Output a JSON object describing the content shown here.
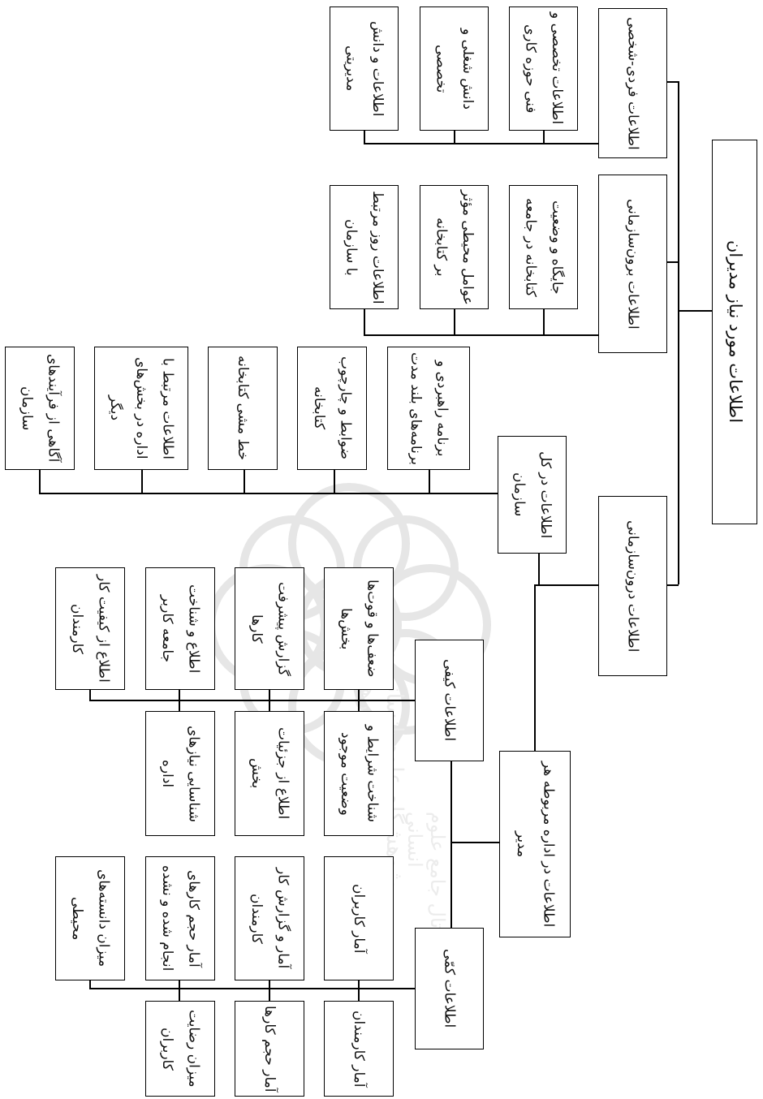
{
  "diagram": {
    "root": "اطلاعات مورد نیاز مدیران",
    "personal": {
      "title": "اطلاعات فردی-شخصی",
      "items": [
        "اطلاعات تخصصی و فنی حوزه کاری",
        "دانش شغلی و تخصصی",
        "اطلاعات و دانش مدیریتی"
      ]
    },
    "external": {
      "title": "اطلاعات برون‌سازمانی",
      "items": [
        "جایگاه و وضعیت کتابخانه در جامعه",
        "عوامل محیطی مؤثر بر کتابخانه",
        "اطلاعات روز مرتبط با سازمان"
      ]
    },
    "internal": {
      "title": "اطلاعات درون‌سازمانی",
      "org": {
        "title": "اطلاعات در کل سازمان",
        "items": [
          "برنامه راهبردی و برنامه‌های بلند مدت",
          "ضوابط و چارچوب کتابخانه",
          "خط مشی کتابخانه",
          "اطلاعات مرتبط با اداره در بخش‌های دیگر",
          "آگاهی از فرآیندهای سازمان"
        ]
      },
      "department": {
        "title": "اطلاعات در اداره مربوطه هر مدیر",
        "qualitative": {
          "title": "اطلاعات کیفی",
          "items": [
            "ضعف‌ها و قوت‌ها بخش‌ها",
            "گزارش پیشرفت کارها",
            "اطلاع و شناخت جامعه کاربر",
            "اطلاع از کیفیت کار کارمندان",
            "شناخت شرایط و وضعیت موجود",
            "اطلاع از جزئیات بخش",
            "شناسایی نیازهای اداره"
          ]
        },
        "quantitative": {
          "title": "اطلاعات کمّی",
          "items": [
            "آمار کاربران",
            "آمار و گزارش کار کارمندان",
            "آمار حجم کارهای انجام شده و نشده",
            "میزان دانسته‌های محیطی",
            "آمار کارمندان",
            "آمار حجم کارها",
            "میزان رضایت کاربران"
          ]
        }
      }
    }
  },
  "watermark": {
    "text_1": "پژوهشگاه علوم انسانی و مطالعات فرهنگی",
    "text_2": "پرتال جامع علوم انسانی"
  }
}
